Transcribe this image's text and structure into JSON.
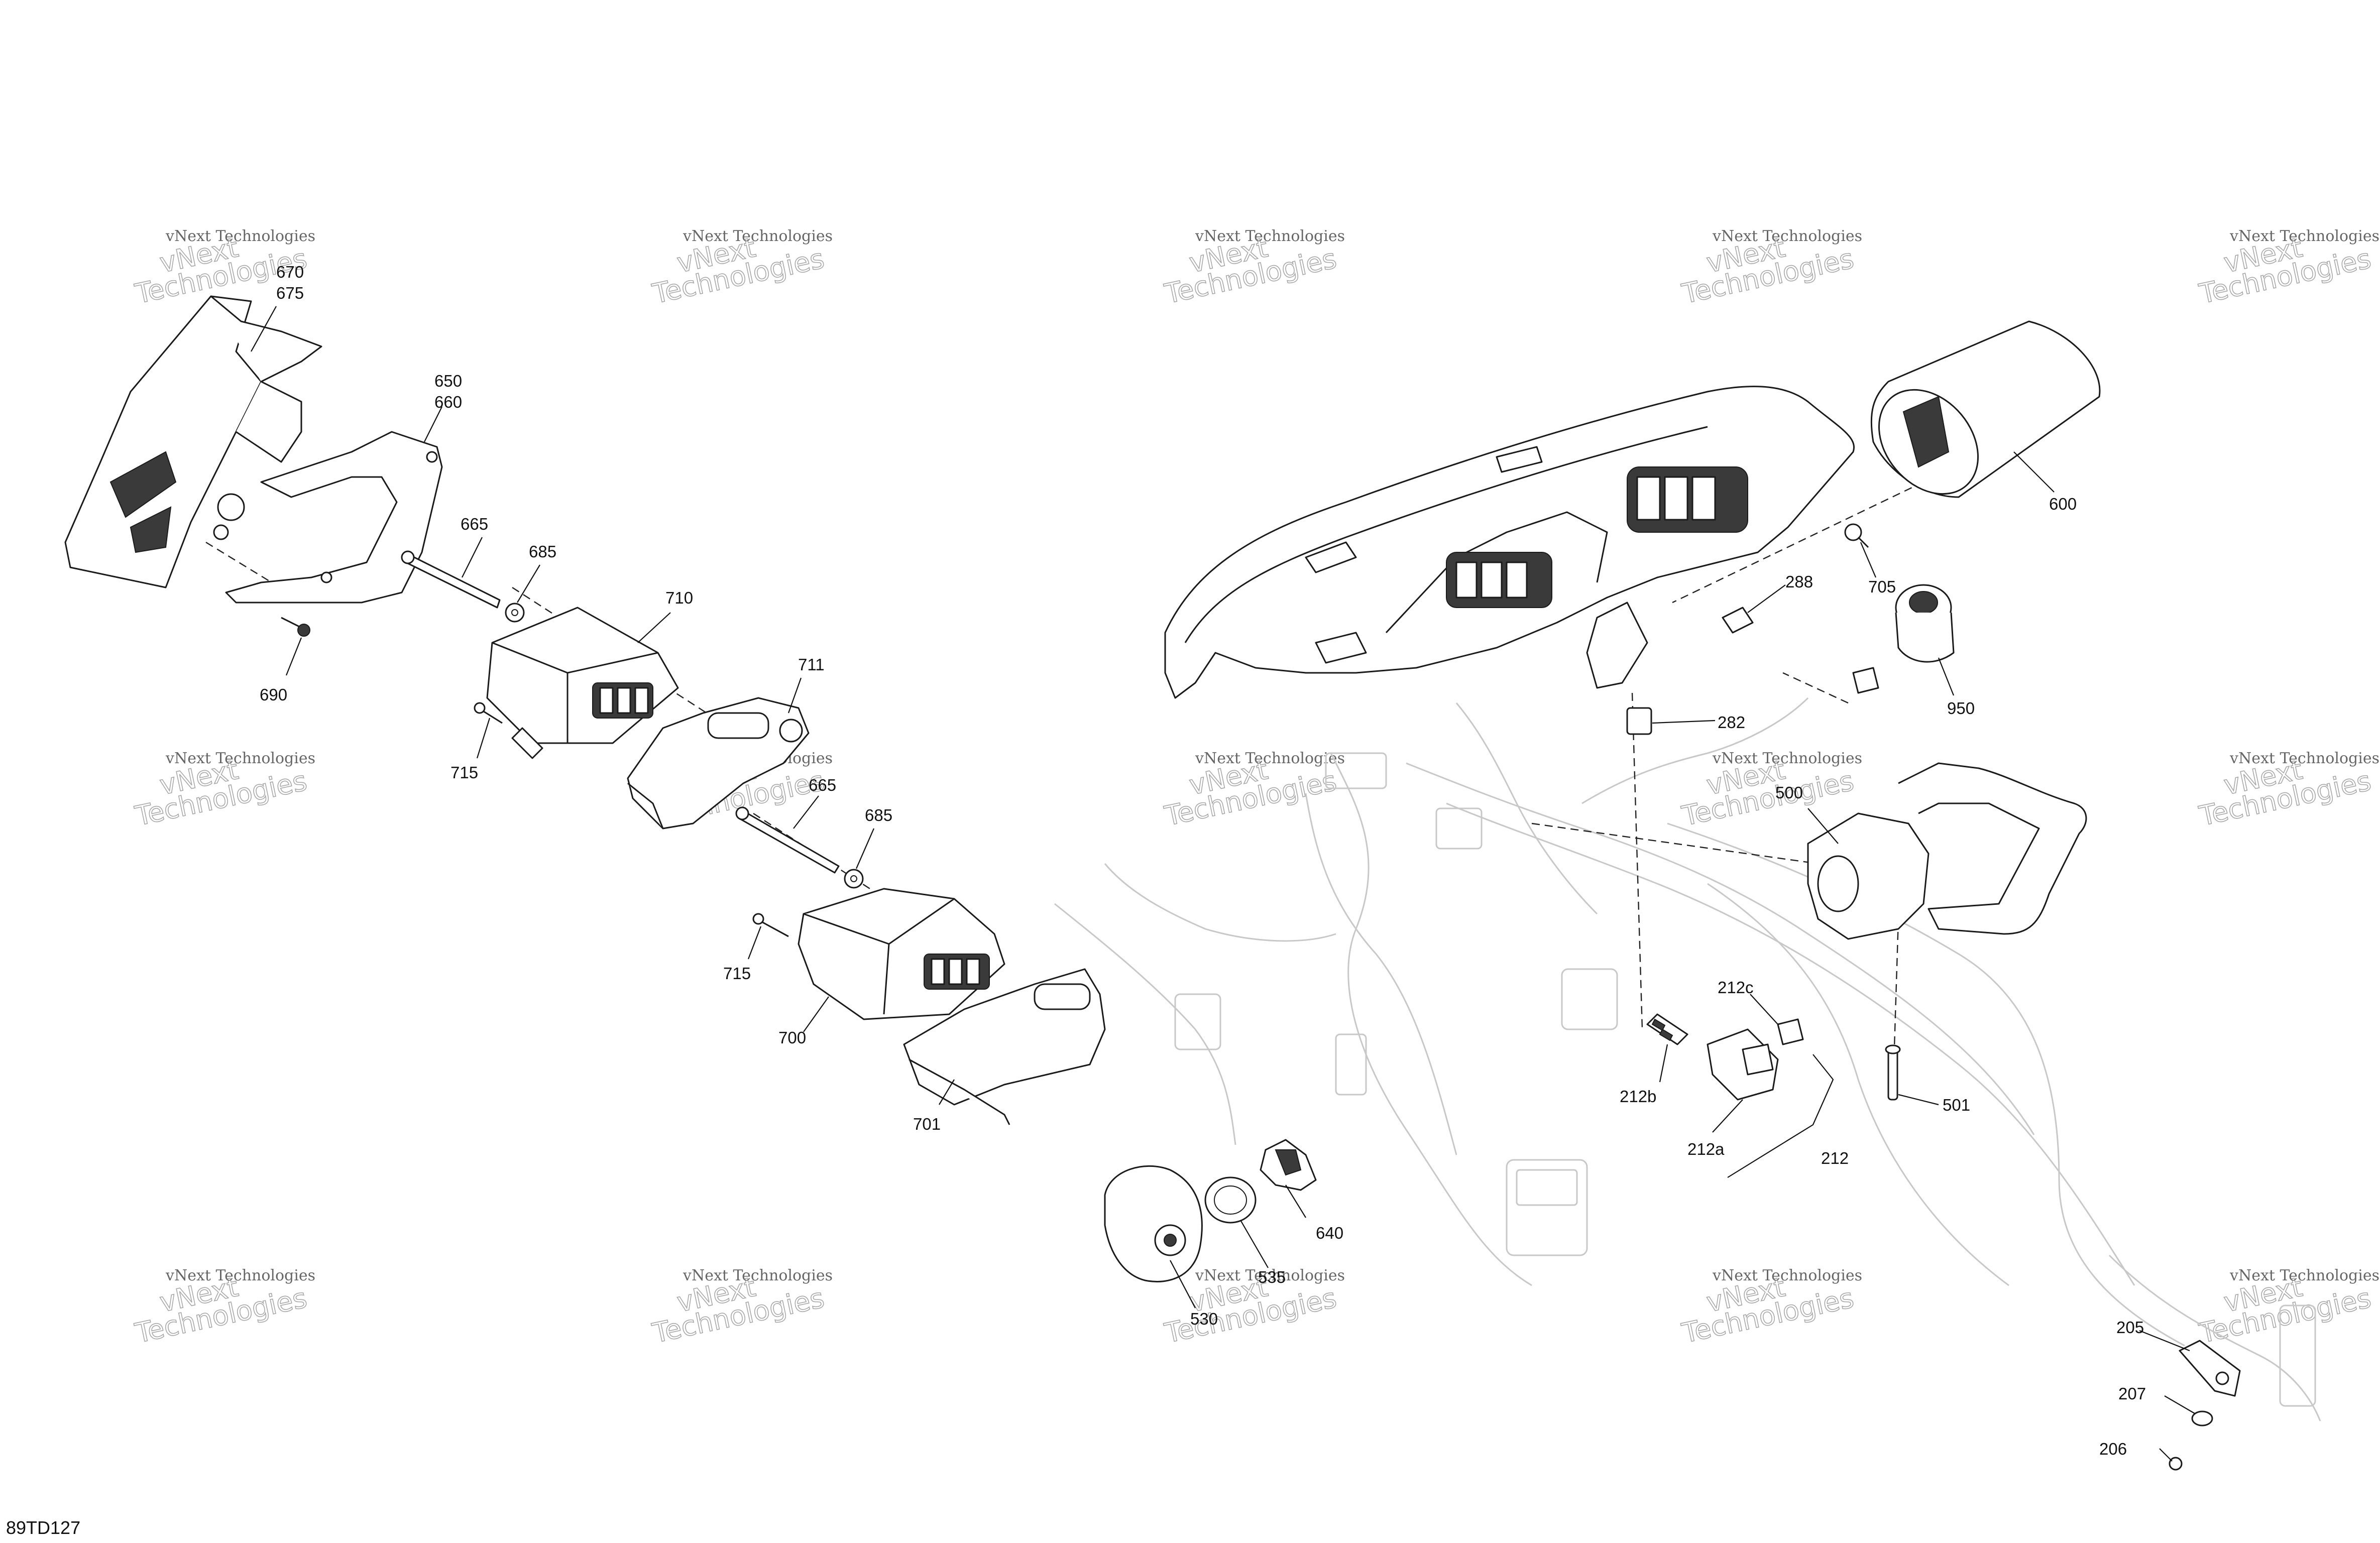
{
  "document_id": "89TD127",
  "watermark": {
    "small_text": "vNext Technologies",
    "large_text": "vNext Technologies"
  },
  "callouts": [
    "670",
    "675",
    "650",
    "660",
    "665",
    "685",
    "710",
    "690",
    "711",
    "715",
    "665",
    "685",
    "715",
    "700",
    "701",
    "600",
    "705",
    "288",
    "950",
    "282",
    "500",
    "212c",
    "212b",
    "501",
    "212a",
    "212",
    "640",
    "535",
    "530",
    "205",
    "207",
    "206"
  ]
}
